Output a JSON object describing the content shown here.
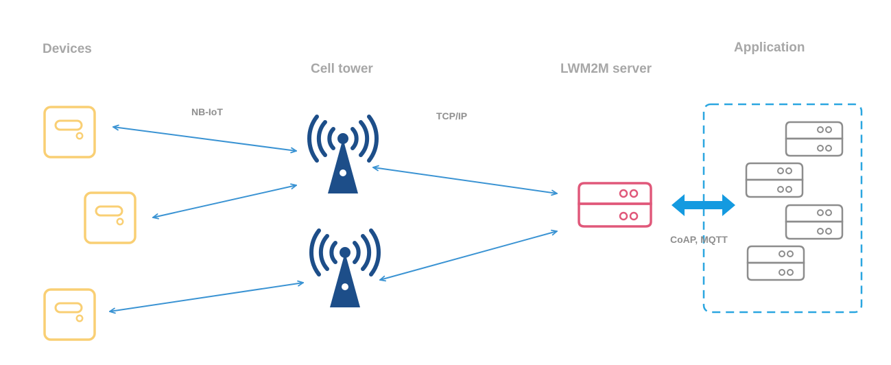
{
  "headings": {
    "devices": "Devices",
    "cell_tower": "Cell tower",
    "lwm2m_server": "LWM2M server",
    "application": "Application"
  },
  "links": {
    "nb_iot": "NB-IoT",
    "tcp_ip": "TCP/IP",
    "coap_mqtt": "CoAP, MQTT"
  },
  "colors": {
    "device": "#f9cf74",
    "tower": "#1d4e89",
    "server": "#e0587a",
    "app_server": "#8c8c8c",
    "arrow": "#3a93d3",
    "bidirectional_arrow": "#149ae0",
    "app_border": "#2aa6e0"
  },
  "icons": {
    "device": "device-icon",
    "tower": "cell-tower-icon",
    "server": "server-icon",
    "app_server": "app-server-icon"
  }
}
